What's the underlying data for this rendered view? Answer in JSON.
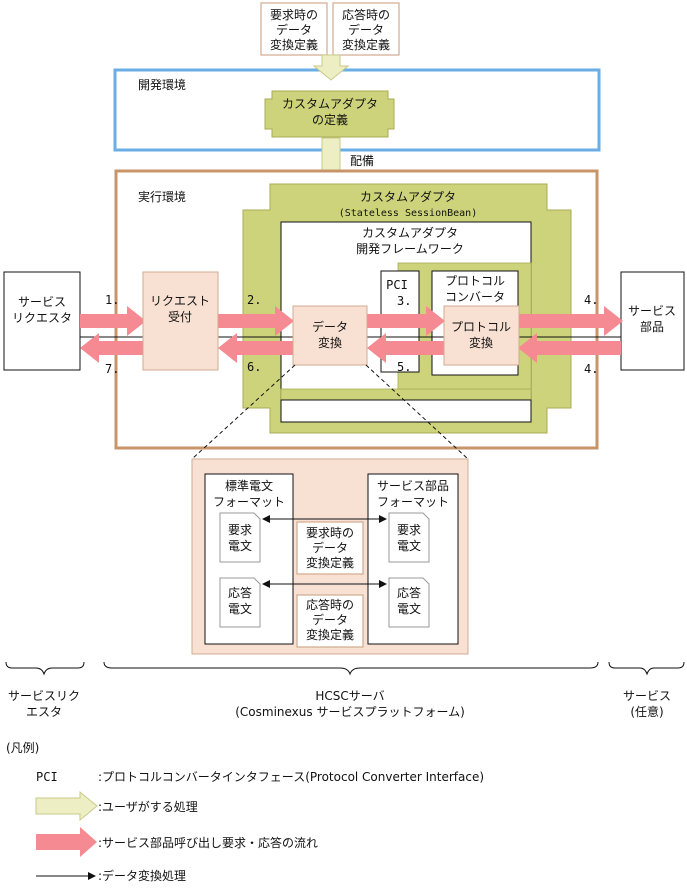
{
  "top_boxes": {
    "request_def": [
      "要求時の",
      "データ",
      "変換定義"
    ],
    "response_def": [
      "応答時の",
      "データ",
      "変換定義"
    ]
  },
  "dev_env": {
    "title": "開発環境",
    "adapter_def": [
      "カスタムアダプタ",
      "の定義"
    ]
  },
  "deploy_label": "配備",
  "runtime": {
    "title": "実行環境",
    "adapter_title": "カスタムアダプタ",
    "adapter_sub": "(Stateless SessionBean)",
    "framework": [
      "カスタムアダプタ",
      "開発フレームワーク"
    ],
    "pci": "PCI",
    "protocol_converter": [
      "プロトコル",
      "コンバータ"
    ],
    "protocol_transform": [
      "プロトコル",
      "変換"
    ],
    "data_transform": [
      "データ",
      "変換"
    ],
    "request_accept": [
      "リクエスト",
      "受付"
    ]
  },
  "service_requester": [
    "サービス",
    "リクエスタ"
  ],
  "service_component": [
    "サービス",
    "部品"
  ],
  "step_labels": {
    "s1": "1.",
    "s2": "2.",
    "s3": "3.",
    "s4a": "4.",
    "s4b": "4.",
    "s5": "5.",
    "s6": "6.",
    "s7": "7."
  },
  "detail": {
    "standard_format": [
      "標準電文",
      "フォーマット"
    ],
    "service_format": [
      "サービス部品",
      "フォーマット"
    ],
    "request_msg": [
      "要求",
      "電文"
    ],
    "response_msg": [
      "応答",
      "電文"
    ],
    "request_def": [
      "要求時の",
      "データ",
      "変換定義"
    ],
    "response_def": [
      "応答時の",
      "データ",
      "変換定義"
    ]
  },
  "bottom": {
    "requester": [
      "サービスリク",
      "エスタ"
    ],
    "server": [
      "HCSCサーバ",
      "(Cosminexus サービスプラットフォーム)"
    ],
    "service": [
      "サービス",
      "(任意)"
    ]
  },
  "legend": {
    "title": "(凡例)",
    "pci_term": "PCI",
    "pci_desc": ":プロトコルコンバータインタフェース(Protocol Converter Interface)",
    "user_process": ":ユーザがする処理",
    "call_flow": ":サービス部品呼び出し要求・応答の流れ",
    "data_transform": ":データ変換処理"
  },
  "colors": {
    "dev_env_border": "#6aaee6",
    "runtime_border": "#c8946a",
    "adapter_fill": "#cdd37a",
    "adapter_inner_fill": "#dde28e",
    "framework_fill": "#ffffff",
    "peach_fill": "#f8e1d3",
    "peach_border": "#d2ab90",
    "user_arrow": "#eeeec4",
    "call_arrow": "#f58a92",
    "line": "#111111"
  }
}
